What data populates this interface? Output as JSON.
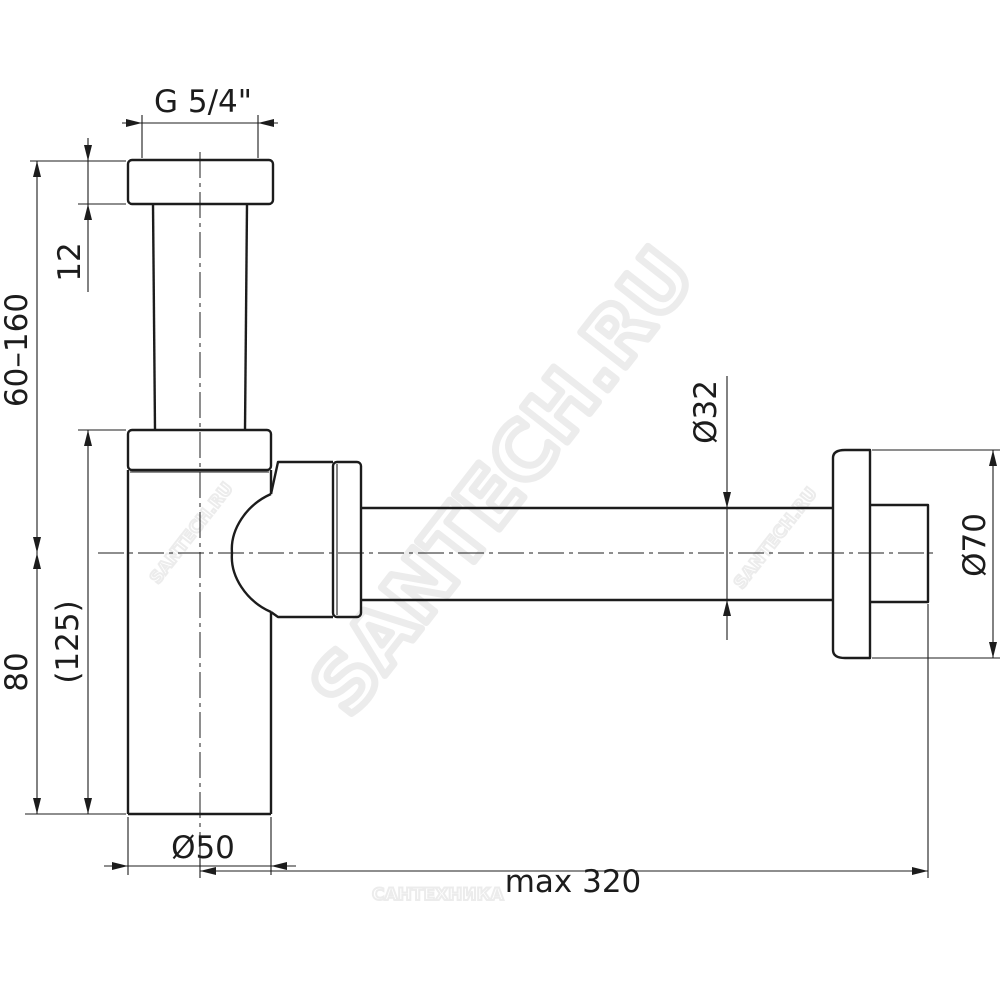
{
  "watermark": {
    "main": "SANTECH.RU",
    "copies": [
      "SANTECH.RU",
      "SANTECH.RU",
      "САНТЕХНИКА"
    ]
  },
  "dimensions": {
    "thread": "G 5/4\"",
    "height_range": "60–160",
    "nut_height": "12",
    "outlet_height": "80",
    "outlet_height_alt": "(125)",
    "body_diameter": "Ø50",
    "max_length": "max 320",
    "pipe_diameter": "Ø32",
    "flange_diameter": "Ø70"
  }
}
